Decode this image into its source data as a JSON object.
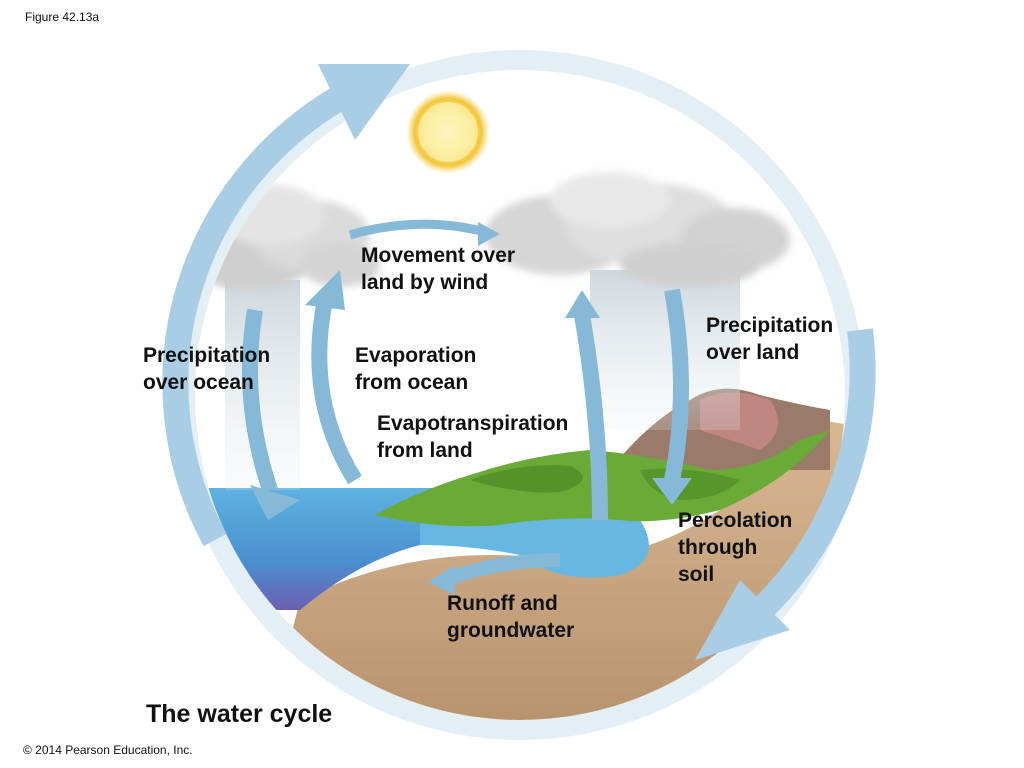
{
  "figure_label": "Figure 42.13a",
  "title": "The water cycle",
  "copyright": "© 2014 Pearson Education, Inc.",
  "labels": {
    "movement_over_land": [
      "Movement over",
      "land by wind"
    ],
    "precip_over_ocean": [
      "Precipitation",
      "over ocean"
    ],
    "evap_from_ocean": [
      "Evaporation",
      "from ocean"
    ],
    "precip_over_land": [
      "Precipitation",
      "over land"
    ],
    "evapotranspiration": [
      "Evapotranspiration",
      "from land"
    ],
    "percolation": [
      "Percolation",
      "through",
      "soil"
    ],
    "runoff": [
      "Runoff and",
      "groundwater"
    ]
  },
  "colors": {
    "ring": "#dbe9f2",
    "arrow": "#8fbdd9",
    "ocean": "#4fa7d8",
    "ocean_deep": "#6b62b3",
    "soil": "#c8a57e",
    "land": "#6fae3a",
    "sun": "#f7d553",
    "cloud": "#d8d8d8",
    "mountain": "#9b7c6a"
  },
  "icons": [
    "sun-icon",
    "cloud-icon"
  ]
}
